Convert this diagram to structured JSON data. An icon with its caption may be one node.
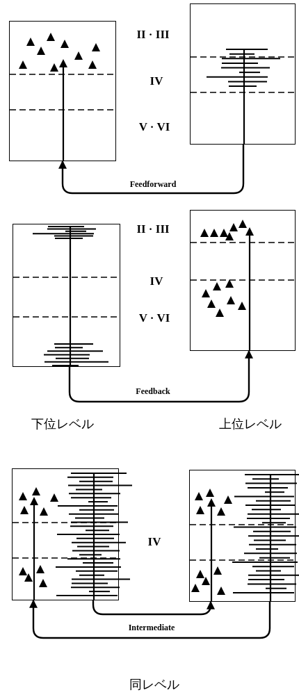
{
  "diagram": {
    "nodes": [
      {
        "text": [],
        "shape": "box"
      },
      {
        "text": [],
        "shape": "box"
      },
      {
        "text": [],
        "shape": "box"
      },
      {
        "text": [],
        "shape": "box"
      },
      {
        "text": [],
        "shape": "box"
      },
      {
        "text": [],
        "shape": "box"
      }
    ],
    "edges": [
      {
        "from": 1,
        "to": 0,
        "arrow": "to",
        "label": "Feedforward"
      },
      {
        "from": 2,
        "to": 3,
        "arrow": "to",
        "label": "Feedback"
      },
      {
        "from": 4,
        "to": 5,
        "arrow": "to"
      },
      {
        "from": 5,
        "to": 4,
        "arrow": "to",
        "label": "Intermediate"
      }
    ],
    "labels": [
      "II · III",
      "IV",
      "V · VI",
      "II · III",
      "IV",
      "V · VI",
      "下位レベル",
      "上位レベル",
      "IV",
      "同レベル"
    ]
  }
}
